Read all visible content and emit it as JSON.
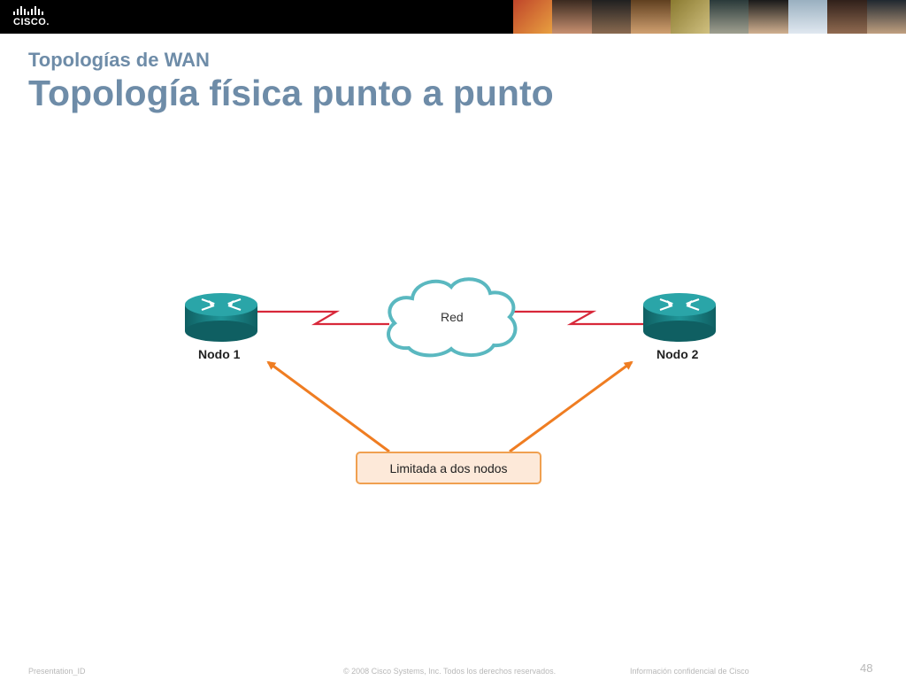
{
  "header": {
    "logo_text": "CISCO."
  },
  "slide": {
    "subtitle": "Topologías de WAN",
    "title": "Topología física punto a punto"
  },
  "diagram": {
    "node1_label": "Nodo 1",
    "node2_label": "Nodo 2",
    "cloud_label": "Red",
    "note_label": "Limitada a dos nodos",
    "colors": {
      "router": "#1d8a8c",
      "serial_link": "#d8283a",
      "cloud_stroke": "#5ab8c0",
      "arrow": "#ef7d22",
      "note_border": "#f0a050",
      "note_fill": "#fde9d9"
    }
  },
  "footer": {
    "presentation_id": "Presentation_ID",
    "copyright": "© 2008 Cisco Systems, Inc. Todos los derechos reservados.",
    "confidential": "Información confidencial de Cisco",
    "page_number": "48"
  }
}
